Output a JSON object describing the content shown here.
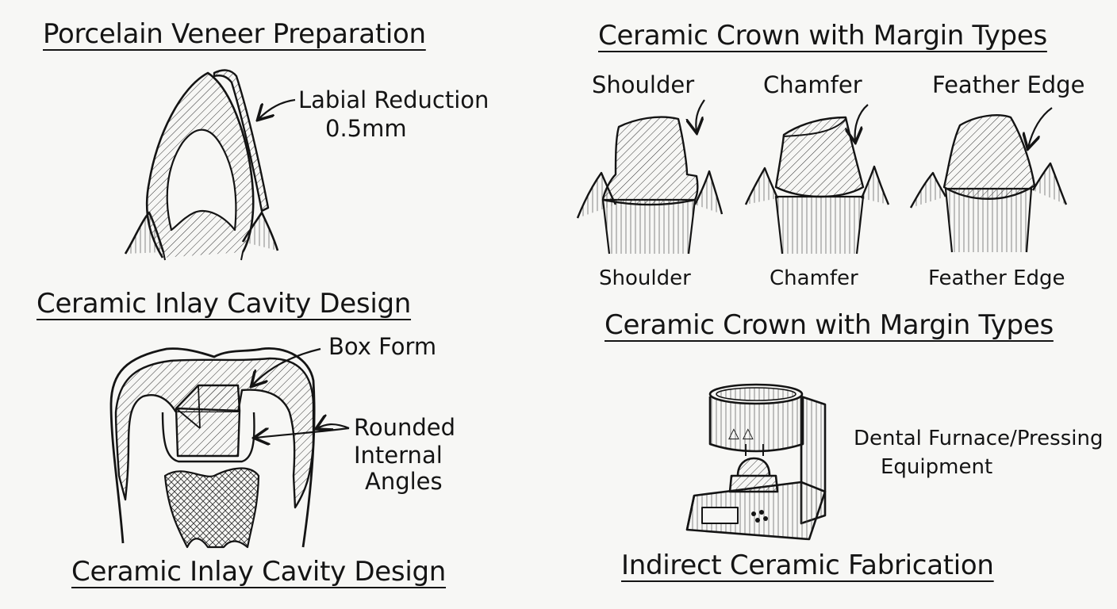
{
  "veneer": {
    "title": "Porcelain Veneer Preparation",
    "reduction_label_line1": "Labial Reduction",
    "reduction_label_line2": "0.5mm"
  },
  "crown": {
    "title": "Ceramic Crown with Margin Types",
    "title_repeat": "Ceramic Crown with Margin Types",
    "margins": [
      {
        "top_label": "Shoulder",
        "bottom_label": "Shoulder"
      },
      {
        "top_label": "Chamfer",
        "bottom_label": "Chamfer"
      },
      {
        "top_label": "Feather Edge",
        "bottom_label": "Feather Edge"
      }
    ]
  },
  "inlay": {
    "title": "Ceramic Inlay Cavity Design",
    "title_repeat": "Ceramic Inlay Cavity Design",
    "box_form_label": "Box Form",
    "rounded_line1": "Rounded",
    "rounded_line2": "Internal",
    "rounded_line3": "Angles"
  },
  "fabrication": {
    "title": "Indirect Ceramic Fabrication",
    "equipment_line1": "Dental Furnace/Pressing",
    "equipment_line2": "Equipment",
    "furnace_symbol": "△△"
  }
}
